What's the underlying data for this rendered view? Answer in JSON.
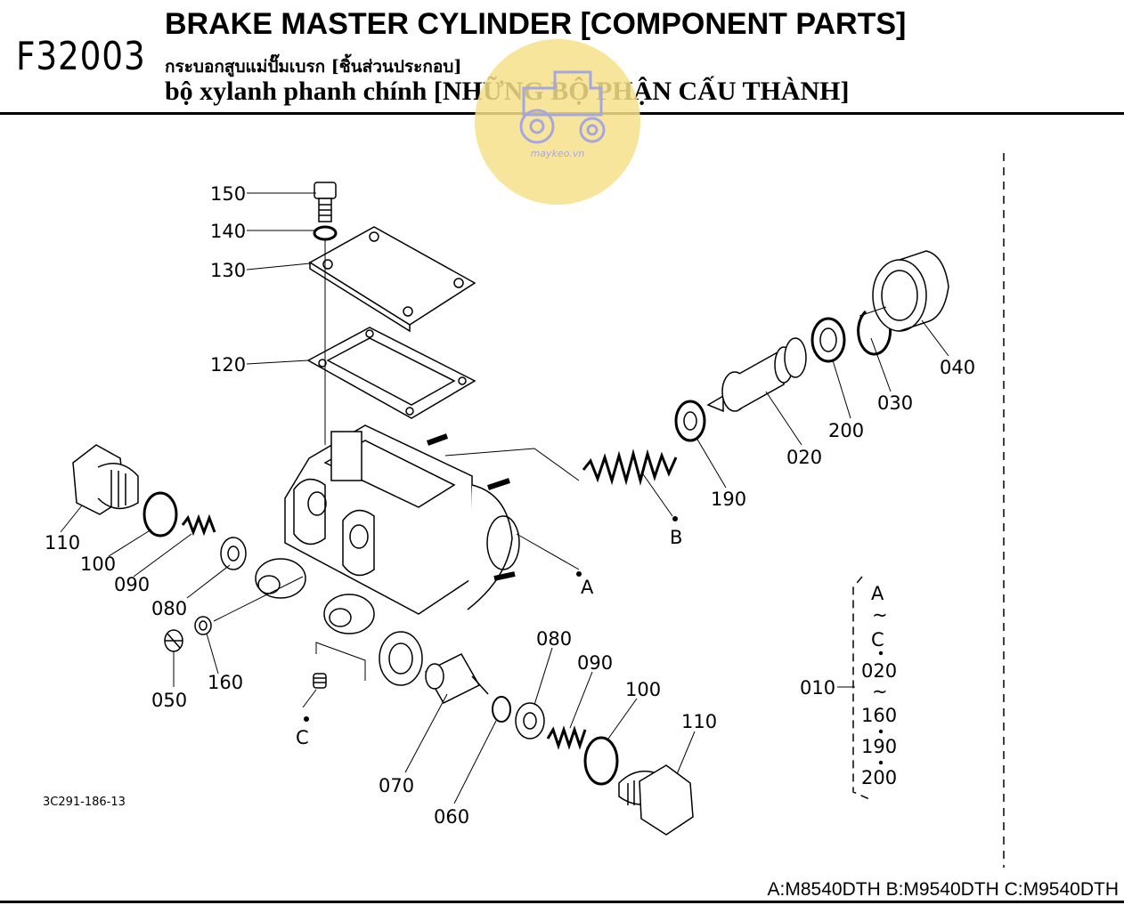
{
  "header": {
    "code": "F32003",
    "title_en": "BRAKE MASTER CYLINDER [COMPONENT PARTS]",
    "title_th": "กระบอกสูบแม่ปั๊มเบรก [ชิ้นส่วนประกอบ]",
    "title_vi": "bộ xylanh phanh chính [NHỮNG BỘ PHẬN CẤU THÀNH]"
  },
  "watermark": {
    "text": "maykeo.vn",
    "color": "#f6e08a"
  },
  "callouts": {
    "p150": "150",
    "p140": "140",
    "p130": "130",
    "p120": "120",
    "p110a": "110",
    "p100a": "100",
    "p090a": "090",
    "p080a": "080",
    "p050": "050",
    "p160": "160",
    "p040": "040",
    "p030": "030",
    "p200": "200",
    "p020": "020",
    "p190": "190",
    "p080b": "080",
    "p090b": "090",
    "p100b": "100",
    "p110b": "110",
    "p070": "070",
    "p060": "060",
    "refA": "A",
    "refB": "B",
    "refC": "C"
  },
  "assembly": {
    "label": "010",
    "items": [
      "A",
      "~",
      "C",
      "020",
      "~",
      "160",
      "190",
      "200"
    ]
  },
  "footer": {
    "doc_ref": "3C291-186-13",
    "models": "A:M8540DTH B:M9540DTH C:M9540DTH"
  }
}
